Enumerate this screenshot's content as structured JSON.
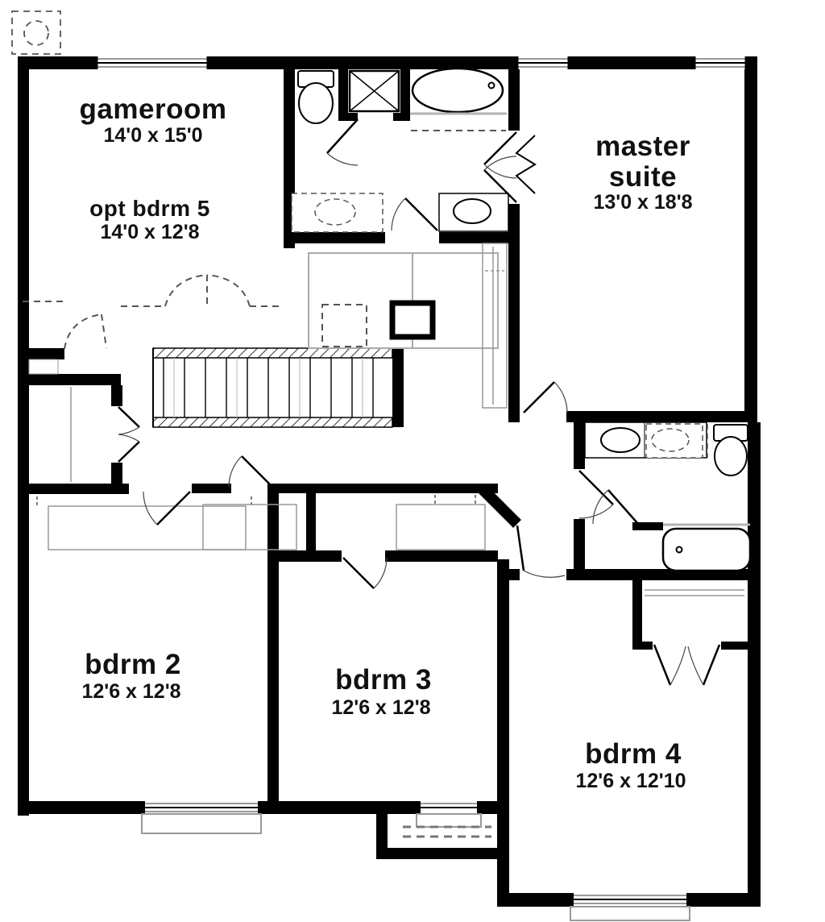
{
  "colors": {
    "background": "#ffffff",
    "walls": "#000000",
    "thin_line": "#b3b3b3",
    "dashed_line": "#555555",
    "text": "#111111"
  },
  "rooms": {
    "gameroom": {
      "name": "gameroom",
      "dims": "14'0 x 15'0"
    },
    "opt_bdrm5": {
      "name": "opt bdrm 5",
      "dims": "14'0 x 12'8"
    },
    "master_suite": {
      "name_line1": "master",
      "name_line2": "suite",
      "dims": "13'0 x 18'8"
    },
    "bdrm2": {
      "name": "bdrm 2",
      "dims": "12'6 x 12'8"
    },
    "bdrm3": {
      "name": "bdrm 3",
      "dims": "12'6 x 12'8"
    },
    "bdrm4": {
      "name": "bdrm 4",
      "dims": "12'6 x 12'10"
    }
  },
  "fixtures": [
    "toilet",
    "shower",
    "garden-tub",
    "bathtub",
    "vanity-sink",
    "optional-vanity-sink",
    "staircase",
    "closet-rod",
    "window",
    "door-swing",
    "optional-flue"
  ]
}
